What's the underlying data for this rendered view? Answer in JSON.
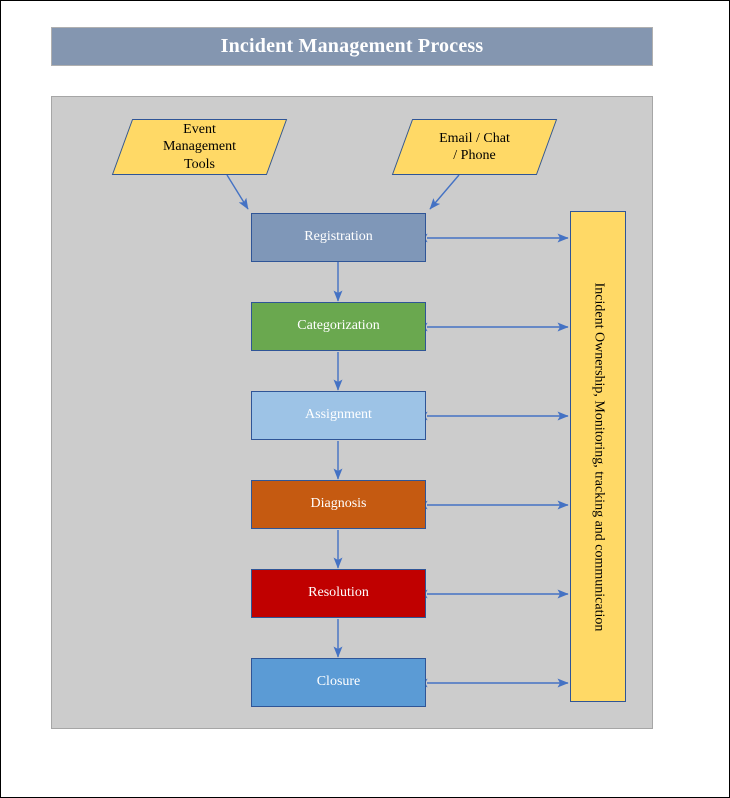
{
  "title": {
    "text": "Incident Management Process",
    "bar_color": "#8496b0",
    "text_color": "#ffffff"
  },
  "canvas": {
    "background": "#cccccc"
  },
  "inputs": [
    {
      "id": "event-management-tools",
      "label": "Event\nManagement\nTools",
      "line1": "Event",
      "line2": "Management",
      "line3": "Tools",
      "fill": "#ffd966",
      "stroke": "#2f5597",
      "text_color": "#000000"
    },
    {
      "id": "email-chat-phone",
      "label": "Email / Chat\n/ Phone",
      "line1": "Email / Chat",
      "line2": "/ Phone",
      "line3": "",
      "fill": "#ffd966",
      "stroke": "#2f5597",
      "text_color": "#000000"
    }
  ],
  "process_steps": [
    {
      "id": "registration",
      "label": "Registration",
      "fill": "#7f97b8",
      "stroke": "#2f5597",
      "text_color": "#ffffff"
    },
    {
      "id": "categorization",
      "label": "Categorization",
      "fill": "#6aa84f",
      "stroke": "#2f5597",
      "text_color": "#ffffff"
    },
    {
      "id": "assignment",
      "label": "Assignment",
      "fill": "#9dc3e6",
      "stroke": "#2f5597",
      "text_color": "#ffffff"
    },
    {
      "id": "diagnosis",
      "label": "Diagnosis",
      "fill": "#c55a11",
      "stroke": "#2f5597",
      "text_color": "#ffffff"
    },
    {
      "id": "resolution",
      "label": "Resolution",
      "fill": "#c00000",
      "stroke": "#2f5597",
      "text_color": "#ffffff"
    },
    {
      "id": "closure",
      "label": "Closure",
      "fill": "#5b9bd5",
      "stroke": "#2f5597",
      "text_color": "#ffffff"
    }
  ],
  "sidebar": {
    "id": "incident-ownership",
    "label": "Incident Ownership, Monitoring, tracking and communication",
    "fill": "#ffd966",
    "stroke": "#2f5597",
    "text_color": "#000000"
  },
  "connectors": {
    "color": "#4472c4",
    "flow_arrows": 5,
    "bidirectional_arrows": 6,
    "input_arrows": 2
  }
}
